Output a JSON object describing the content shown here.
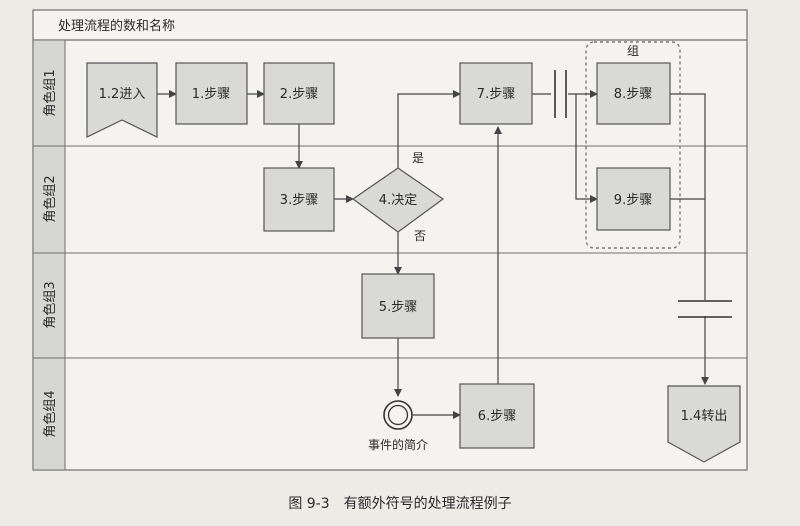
{
  "diagram": {
    "title": "处理流程的数和名称",
    "lanes": [
      "角色组1",
      "角色组2",
      "角色组3",
      "角色组4"
    ],
    "nodes": {
      "entry": "1.2进入",
      "step1": "1.步骤",
      "step2": "2.步骤",
      "step3": "3.步骤",
      "decision": "4.决定",
      "step5": "5.步骤",
      "event": "事件的简介",
      "step6": "6.步骤",
      "step7": "7.步骤",
      "step8": "8.步骤",
      "step9": "9.步骤",
      "exit": "1.4转出"
    },
    "yes_label": "是",
    "no_label": "否",
    "group_label": "组"
  },
  "caption": "图 9-3　有额外符号的处理流程例子",
  "colors": {
    "background": "#ecebe6",
    "frame": "#6f6f6f",
    "lane_header": "#d6d6d3",
    "box_fill": "#d9d9d7",
    "stroke": "#555555",
    "text": "#2a2a2a",
    "group_dash": "#7a7a7a"
  }
}
